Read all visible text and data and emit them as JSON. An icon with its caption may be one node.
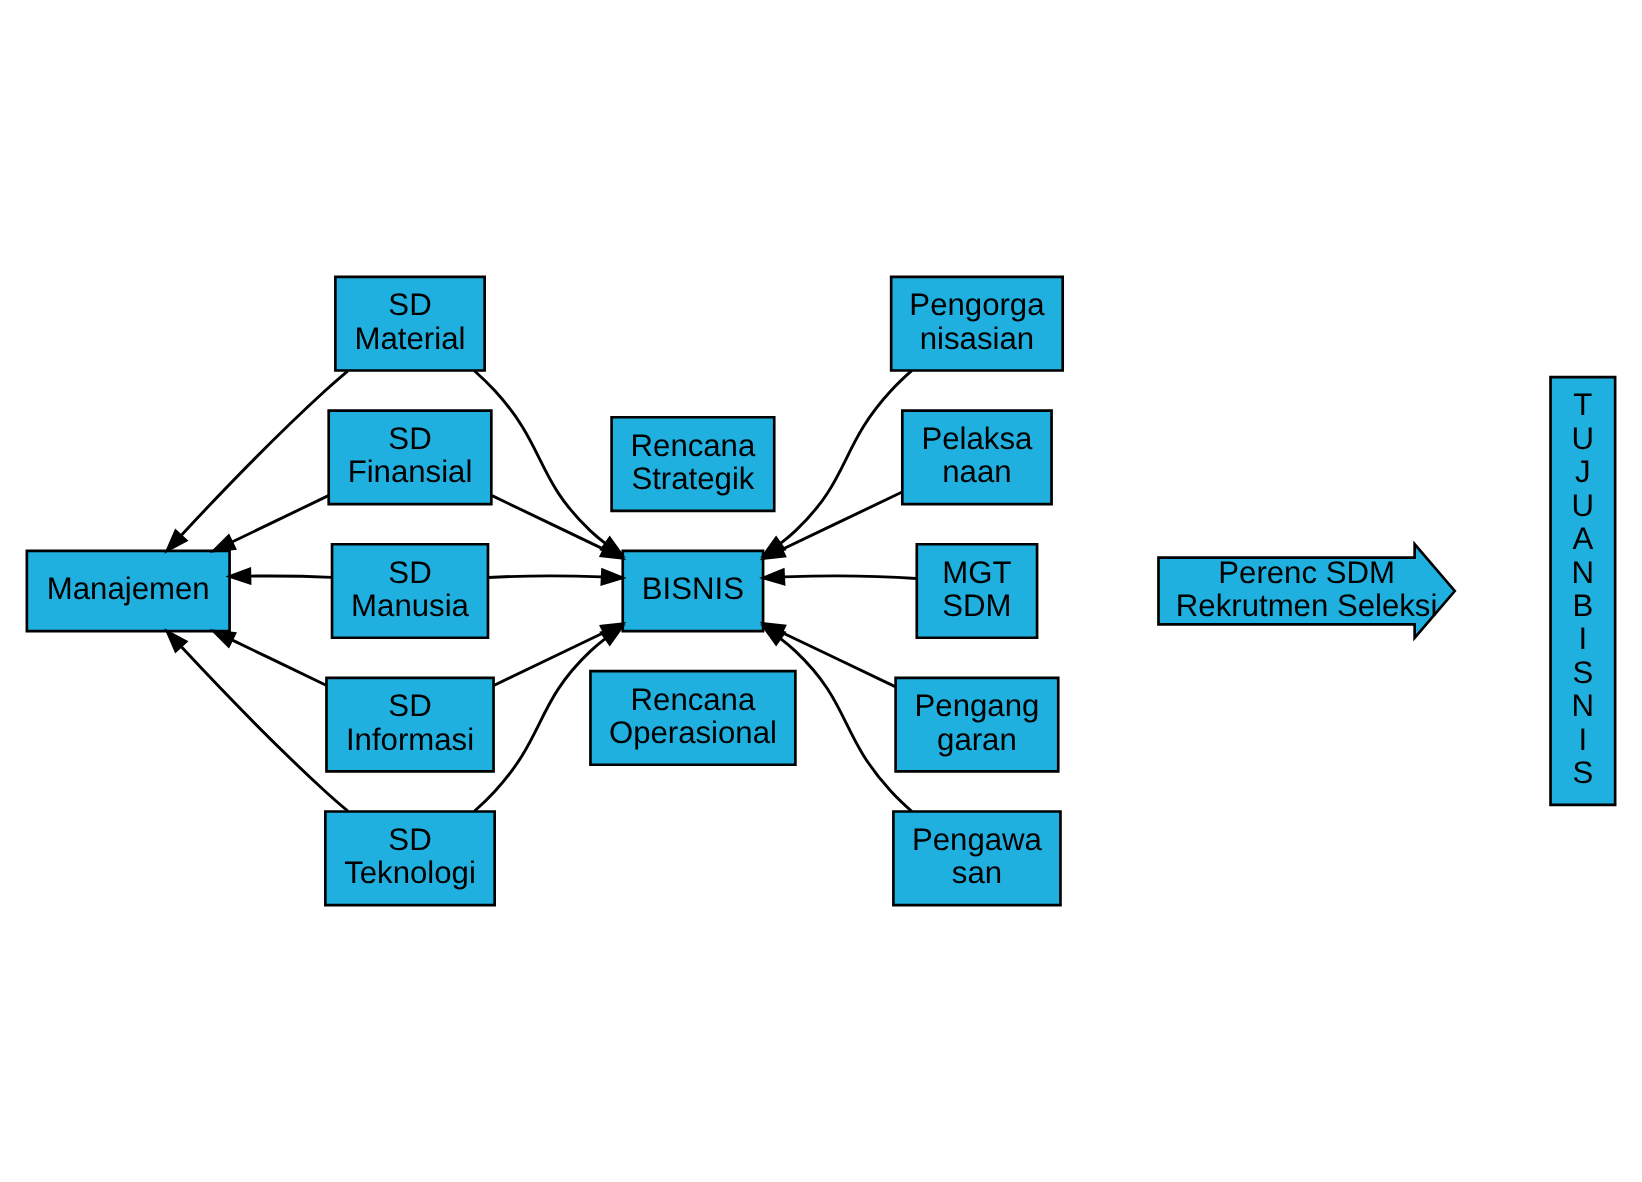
{
  "diagram": {
    "nodes": [
      {
        "text": [
          "Manajemen"
        ]
      },
      {
        "text": [
          "SD Material"
        ]
      },
      {
        "text": [
          "SD Finansial"
        ]
      },
      {
        "text": [
          "SD Manusia"
        ]
      },
      {
        "text": [
          "SD Informasi"
        ]
      },
      {
        "text": [
          "SD Teknologi"
        ]
      },
      {
        "text": [
          "Rencana Strategik"
        ]
      },
      {
        "text": [
          "BISNIS"
        ]
      },
      {
        "text": [
          "Rencana Operasional"
        ]
      },
      {
        "text": [
          "Pengorga nisasian"
        ]
      },
      {
        "text": [
          "Pelaksa naan"
        ]
      },
      {
        "text": [
          "MGT SDM"
        ]
      },
      {
        "text": [
          "Perenc SDM Rekrutmen Seleksi"
        ]
      },
      {
        "text": [
          "Pengang garan"
        ]
      },
      {
        "text": [
          "Pengawa san"
        ]
      },
      {
        "text": [
          "T U J U A N B I S N I S"
        ]
      }
    ],
    "edges": [
      {
        "from": 1,
        "to": 0,
        "arrow": "to"
      },
      {
        "from": 2,
        "to": 0,
        "arrow": "to"
      },
      {
        "from": 3,
        "to": 0,
        "arrow": "to"
      },
      {
        "from": 4,
        "to": 0,
        "arrow": "to"
      },
      {
        "from": 5,
        "to": 0,
        "arrow": "to"
      },
      {
        "from": 1,
        "to": 7,
        "arrow": "to"
      },
      {
        "from": 2,
        "to": 7,
        "arrow": "to"
      },
      {
        "from": 3,
        "to": 7,
        "arrow": "to"
      },
      {
        "from": 4,
        "to": 7,
        "arrow": "to"
      },
      {
        "from": 5,
        "to": 7,
        "arrow": "to"
      },
      {
        "from": 9,
        "to": 7,
        "arrow": "to"
      },
      {
        "from": 10,
        "to": 7,
        "arrow": "to"
      },
      {
        "from": 11,
        "to": 7,
        "arrow": "to"
      },
      {
        "from": 13,
        "to": 7,
        "arrow": "to"
      },
      {
        "from": 14,
        "to": 7,
        "arrow": "to"
      }
    ]
  }
}
